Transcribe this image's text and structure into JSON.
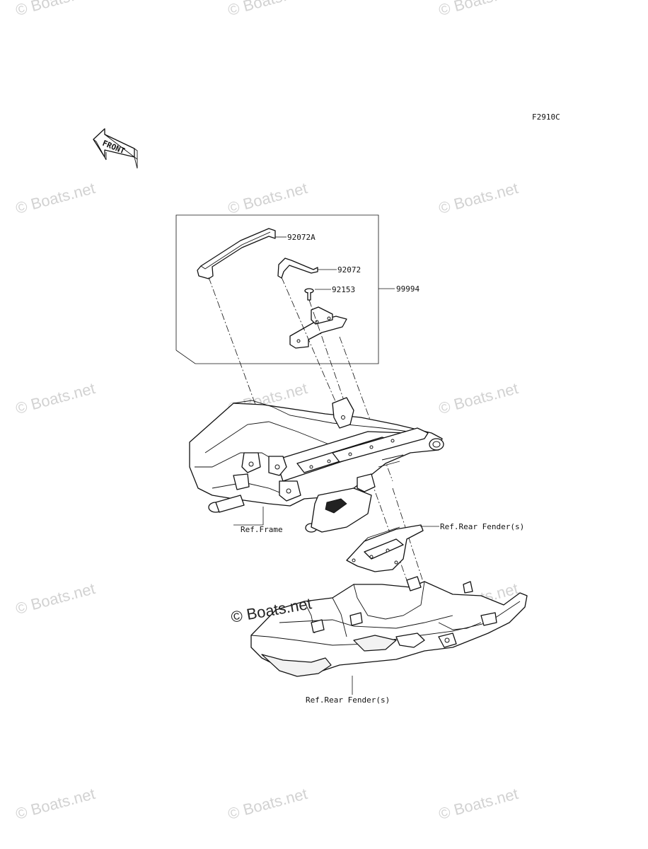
{
  "figure_code": "F2910C",
  "front_label": "FRONT",
  "watermark": "© Boats.net",
  "watermark_center": "© Boats.net",
  "parts": {
    "p1": "92072A",
    "p2": "92072",
    "p3": "92153",
    "kit": "99994"
  },
  "refs": {
    "frame": "Ref.Frame",
    "rear_fender_upper": "Ref.Rear Fender(s)",
    "rear_fender_lower": "Ref.Rear Fender(s)"
  }
}
